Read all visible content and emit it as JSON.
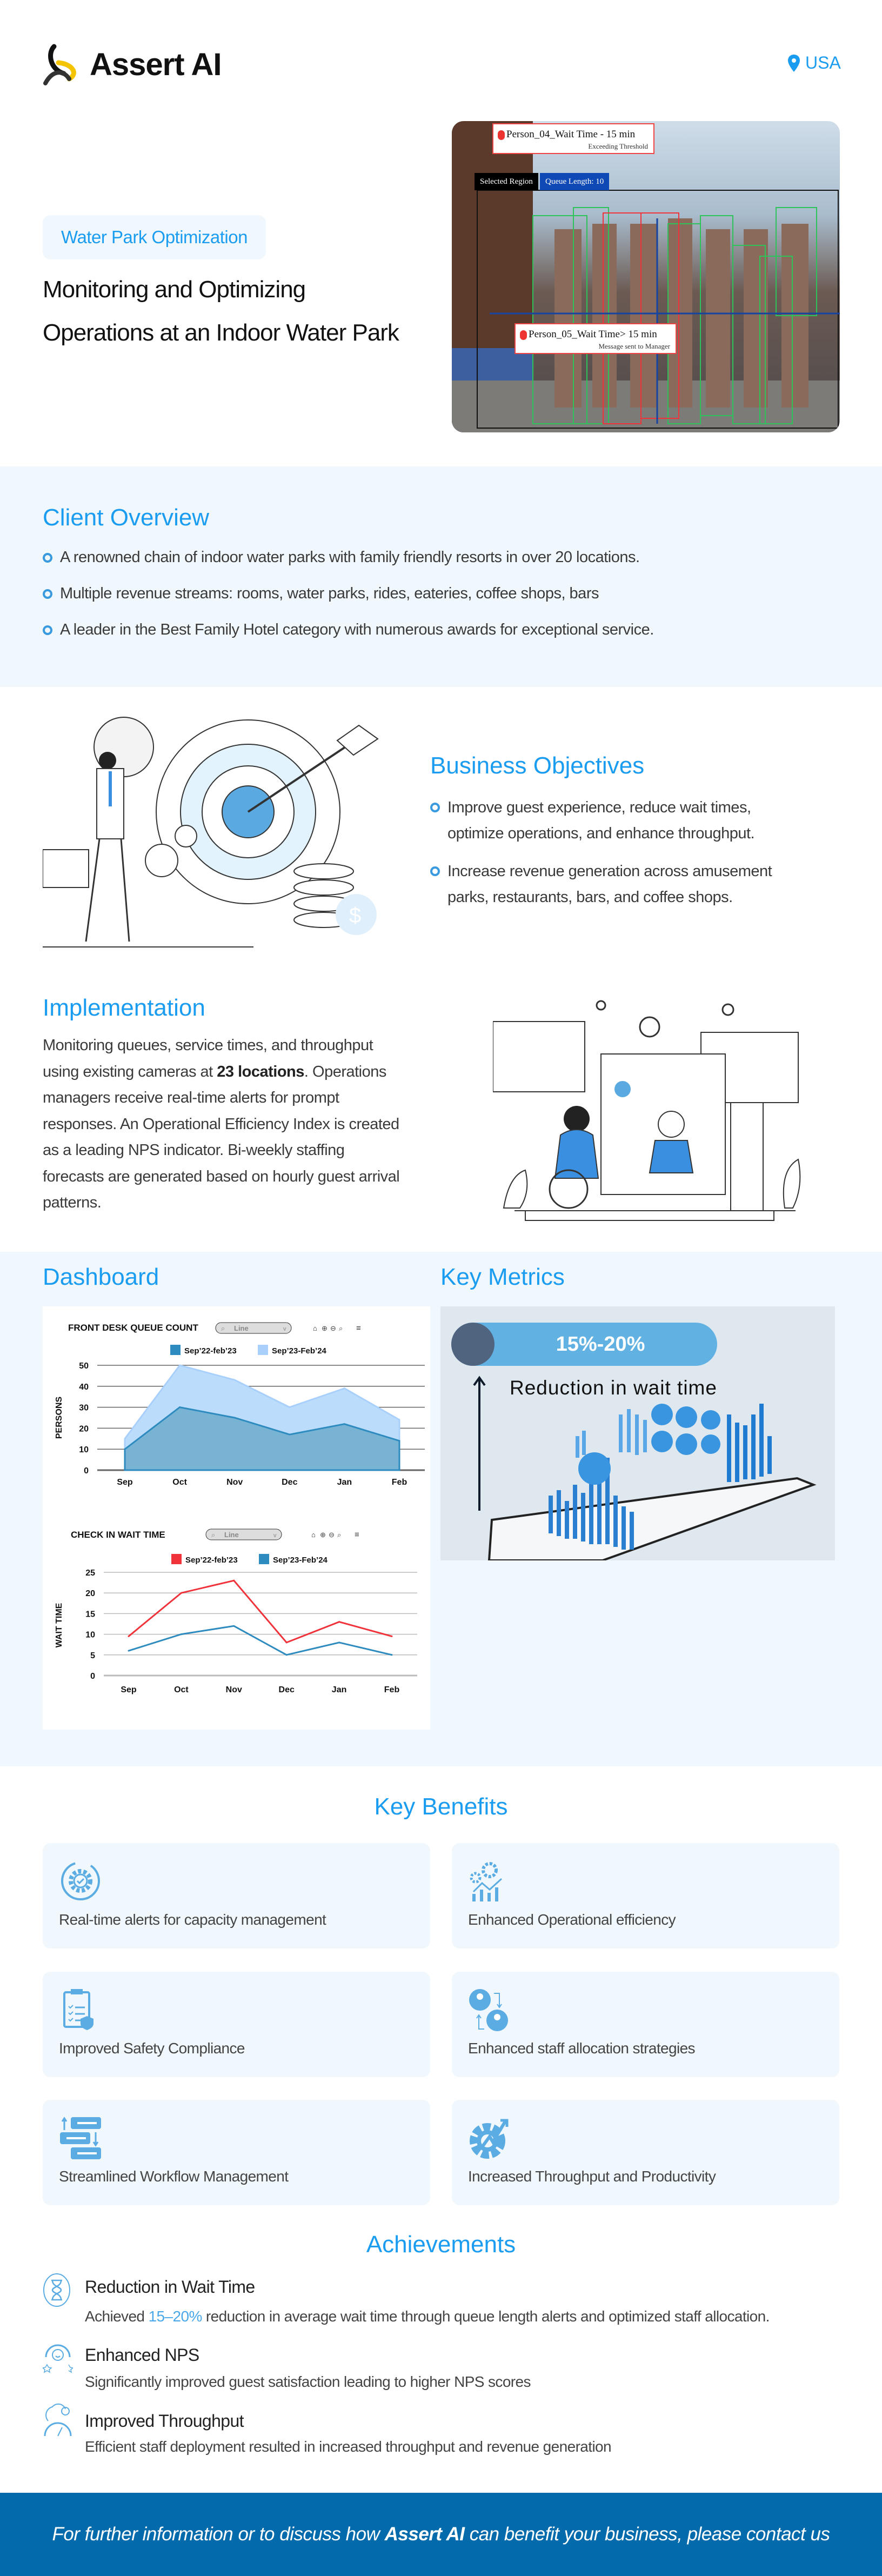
{
  "header": {
    "brand": "Assert AI",
    "location": "USA",
    "logo_icon": "assert-ai-logo",
    "location_icon": "map-pin-icon"
  },
  "hero": {
    "tag": "Water Park Optimization",
    "title_line1": "Monitoring and Optimizing",
    "title_line2": "Operations at an Indoor Water Park",
    "image": {
      "alert1_title": "Person_04_Wait Time - 15 min",
      "alert1_sub": "Exceeding Threshold",
      "region_label": "Selected Region",
      "queue_label": "Queue Length: 10",
      "alert2_title": "Person_05_Wait Time> 15 min",
      "alert2_sub": "Message sent to Manager"
    }
  },
  "client_overview": {
    "title": "Client Overview",
    "items": [
      "A renowned chain of indoor water parks with family friendly resorts in over 20 locations.",
      "Multiple revenue streams: rooms, water parks, rides, eateries, coffee shops, bars",
      "A leader in the Best Family Hotel category with numerous awards for exceptional service."
    ]
  },
  "business_objectives": {
    "title": "Business Objectives",
    "items": [
      [
        "Improve guest experience, reduce wait times,",
        "optimize operations, and enhance throughput."
      ],
      [
        "Increase revenue generation across amusement",
        "parks, restaurants, bars, and coffee shops."
      ]
    ]
  },
  "implementation": {
    "title": "Implementation",
    "line1": "Monitoring queues, service times, and throughput",
    "line2_pre": "using existing cameras at ",
    "line2_bold": "23 locations",
    "line2_post": ". Operations",
    "line3": "managers receive real-time alerts for prompt",
    "line4": "responses. An Operational Efficiency Index is created",
    "line5": "as a leading NPS indicator. Bi-weekly staffing",
    "line6": "forecasts are generated based on hourly guest arrival",
    "line7": "patterns."
  },
  "dashboard": {
    "title": "Dashboard"
  },
  "chart_data": [
    {
      "type": "area",
      "title": "FRONT DESK QUEUE COUNT",
      "selector": "Line",
      "ylabel": "PERSONS",
      "categories": [
        "Sep",
        "Oct",
        "Nov",
        "Dec",
        "Jan",
        "Feb"
      ],
      "yticks": [
        0,
        10,
        20,
        30,
        40,
        50
      ],
      "ylim": [
        0,
        50
      ],
      "grid": true,
      "legend": "top",
      "series": [
        {
          "name": "Sep’22-feb’23",
          "values": [
            10,
            30,
            25,
            17,
            22,
            14
          ],
          "color": "#2e8bbf"
        },
        {
          "name": "Sep’23-Feb’24",
          "values": [
            15,
            50,
            43,
            30,
            39,
            24
          ],
          "color": "#a8d0fb"
        }
      ]
    },
    {
      "type": "line",
      "title": "CHECK IN WAIT TIME",
      "selector": "Line",
      "ylabel": "WAIT TIME",
      "categories": [
        "Sep",
        "Oct",
        "Nov",
        "Dec",
        "Jan",
        "Feb"
      ],
      "yticks": [
        0,
        5,
        10,
        15,
        20,
        25
      ],
      "ylim": [
        0,
        25
      ],
      "grid": true,
      "legend": "top",
      "series": [
        {
          "name": "Sep’22-feb’23",
          "values": [
            9.5,
            20,
            23,
            8,
            13,
            9.5
          ],
          "color": "#f0333a"
        },
        {
          "name": "Sep’23-Feb’24",
          "values": [
            6,
            10,
            12,
            5,
            8,
            5
          ],
          "color": "#2e8bbf"
        }
      ]
    }
  ],
  "key_metrics": {
    "title": "Key Metrics",
    "value": "15%-20%",
    "caption": "Reduction in wait time"
  },
  "key_benefits": {
    "title": "Key Benefits",
    "items": [
      {
        "label": "Real-time alerts for capacity management",
        "icon": "gear-cycle-icon"
      },
      {
        "label": "Enhanced Operational efficiency",
        "icon": "gear-chart-icon"
      },
      {
        "label": "Improved Safety Compliance",
        "icon": "clipboard-shield-icon"
      },
      {
        "label": "Enhanced staff allocation strategies",
        "icon": "staff-swap-icon"
      },
      {
        "label": "Streamlined Workflow Management",
        "icon": "workflow-icon"
      },
      {
        "label": "Increased Throughput and Productivity",
        "icon": "gear-growth-icon"
      }
    ]
  },
  "achievements": {
    "title": "Achievements",
    "items": [
      {
        "title": "Reduction in Wait Time",
        "desc_pre": "Achieved ",
        "desc_highlight": "15–20%",
        "desc_post": " reduction in average wait time through queue length alerts and optimized staff allocation.",
        "icon": "hourglass-icon"
      },
      {
        "title": "Enhanced NPS",
        "desc_pre": "Significantly improved guest satisfaction leading to higher NPS scores",
        "icon": "satisfaction-icon"
      },
      {
        "title": "Improved Throughput",
        "desc_pre": "Efficient staff deployment resulted in increased throughput and revenue generation",
        "icon": "throughput-icon"
      }
    ]
  },
  "footer": {
    "pre": "For further information or to discuss how ",
    "brand": "Assert AI",
    "post": " can benefit your business, please contact us"
  },
  "colors": {
    "accent": "#1a9cf0",
    "light_bg": "#f0f8fd",
    "footer_bg": "#036aab",
    "icon": "#5aace3"
  }
}
